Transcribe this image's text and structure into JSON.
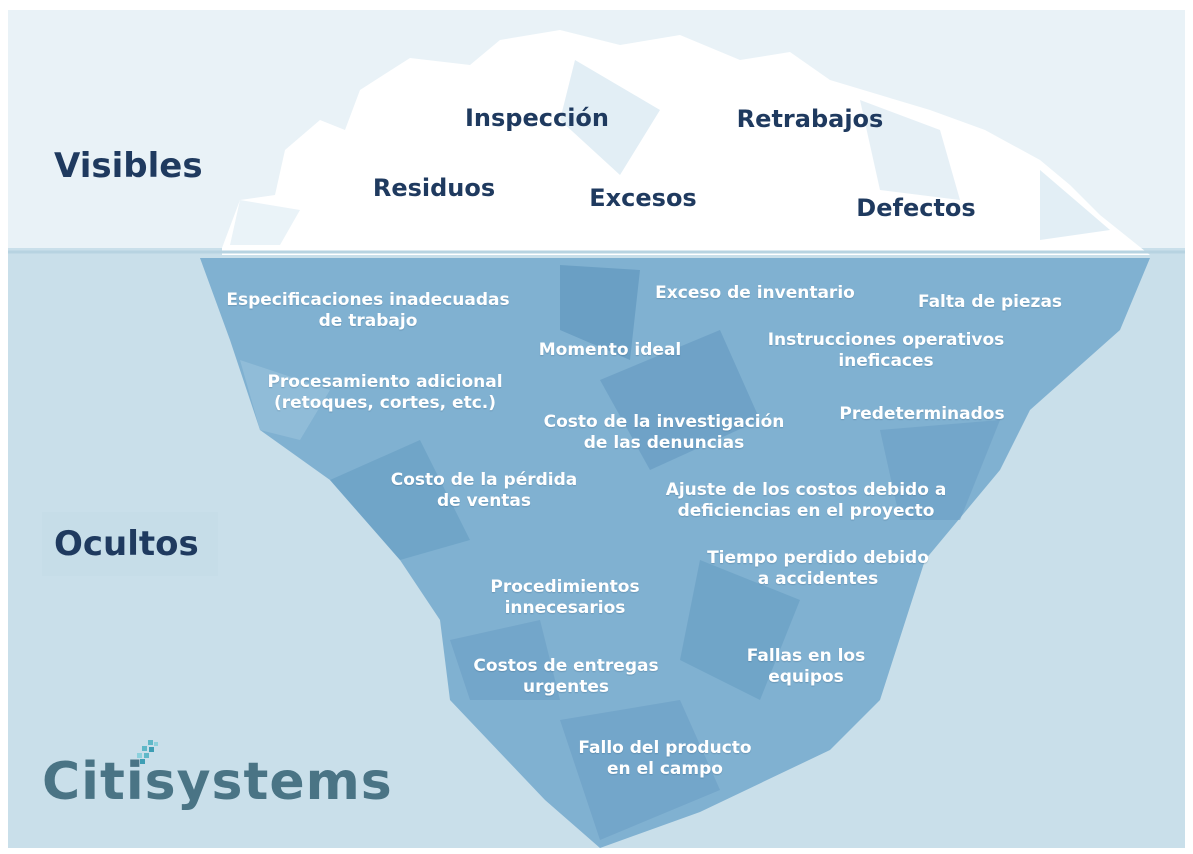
{
  "labels": {
    "visible": "Visibles",
    "hidden": "Ocultos"
  },
  "visible_items": [
    {
      "text": "Inspección"
    },
    {
      "text": "Retrabajos"
    },
    {
      "text": "Residuos"
    },
    {
      "text": "Excesos"
    },
    {
      "text": "Defectos"
    }
  ],
  "hidden_items": [
    {
      "text": "Especificaciones inadecuadas\nde trabajo"
    },
    {
      "text": "Exceso de inventario"
    },
    {
      "text": "Falta de piezas"
    },
    {
      "text": "Momento ideal"
    },
    {
      "text": "Instrucciones operativos\nineficaces"
    },
    {
      "text": "Procesamiento adicional\n(retoques, cortes, etc.)"
    },
    {
      "text": "Costo de la investigación\nde las denuncias"
    },
    {
      "text": "Predeterminados"
    },
    {
      "text": "Costo de la pérdida\nde ventas"
    },
    {
      "text": "Ajuste de los costos debido a\ndeficiencias en el proyecto"
    },
    {
      "text": "Tiempo perdido debido\na accidentes"
    },
    {
      "text": "Procedimientos\ninnecesarios"
    },
    {
      "text": "Costos de entregas\nurgentes"
    },
    {
      "text": "Fallas en los\nequipos"
    },
    {
      "text": "Fallo del producto\nen el campo"
    }
  ],
  "logo": {
    "text": "Citisystems",
    "color": "#4a7485",
    "dot_color": "#5fb8c8"
  },
  "colors": {
    "sky": "#e6f0f5",
    "water": "#c8dfe9",
    "ice_top": "#ffffff",
    "ice_underwater": "#7fb0d0",
    "text_dark": "#1f3a5f"
  }
}
